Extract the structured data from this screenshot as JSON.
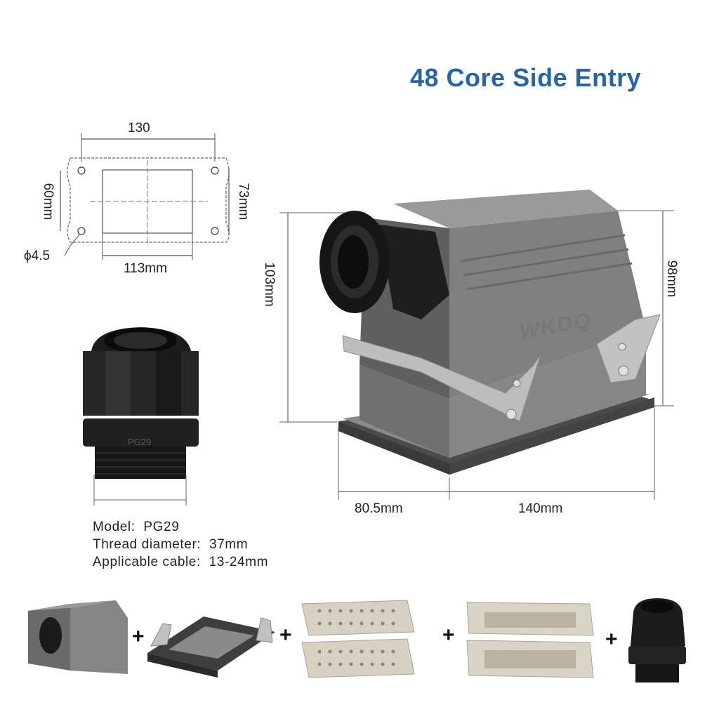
{
  "title": "48 Core Side Entry",
  "drawing_dims": {
    "width_top": "130",
    "height_left": "60mm",
    "height_right": "73mm",
    "hole": "ϕ4.5",
    "width_bottom": "113mm"
  },
  "housing_dims": {
    "height_left": "103mm",
    "height_right": "98mm",
    "depth": "80.5mm",
    "width": "140mm"
  },
  "gland": {
    "marking": "PG29",
    "model_label": "Model:",
    "model_value": "PG29",
    "thread_label": "Thread diameter:",
    "thread_value": "37mm",
    "cable_label": "Applicable cable:",
    "cable_value": "13-24mm"
  },
  "brand_embossed": "WKDQ",
  "plus": "+",
  "colors": {
    "title": "#2766a2",
    "housing": "#7b7b7b",
    "gland": "#1a1a1a",
    "insert": "#d9d4c6"
  }
}
